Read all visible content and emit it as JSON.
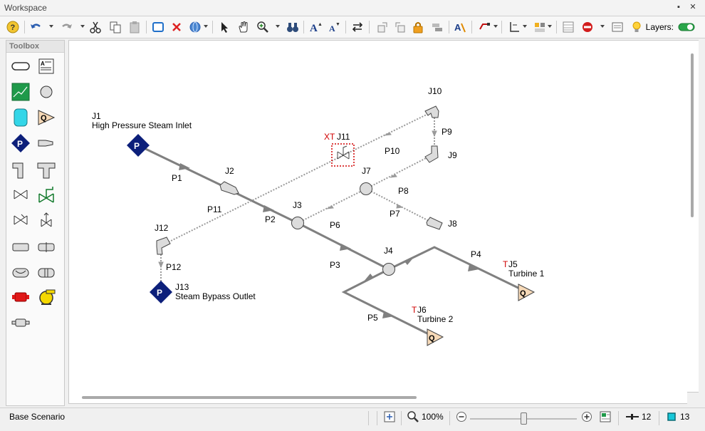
{
  "window": {
    "title": "Workspace",
    "pin": "▪",
    "close": "✕"
  },
  "toolbar": {
    "layers_label": "Layers:"
  },
  "toolbox": {
    "title": "Toolbox"
  },
  "diagram": {
    "junctions": [
      {
        "id": "J1",
        "label": "J1",
        "desc": "High Pressure Steam Inlet",
        "type": "assigned-pressure"
      },
      {
        "id": "J2",
        "label": "J2",
        "type": "fitting"
      },
      {
        "id": "J3",
        "label": "J3",
        "type": "branch"
      },
      {
        "id": "J4",
        "label": "J4",
        "type": "branch"
      },
      {
        "id": "J5",
        "label": "J5",
        "desc": "Turbine 1",
        "type": "assigned-flow",
        "flag": "T"
      },
      {
        "id": "J6",
        "label": "J6",
        "desc": "Turbine 2",
        "type": "assigned-flow",
        "flag": "T"
      },
      {
        "id": "J7",
        "label": "J7",
        "type": "branch"
      },
      {
        "id": "J8",
        "label": "J8",
        "type": "dead-end"
      },
      {
        "id": "J9",
        "label": "J9",
        "type": "bend"
      },
      {
        "id": "J10",
        "label": "J10",
        "type": "bend"
      },
      {
        "id": "J11",
        "label": "J11",
        "type": "control-valve",
        "flag": "XT"
      },
      {
        "id": "J12",
        "label": "J12",
        "type": "bend"
      },
      {
        "id": "J13",
        "label": "J13",
        "desc": "Steam Bypass Outlet",
        "type": "assigned-pressure"
      }
    ],
    "pipes": [
      "P1",
      "P2",
      "P3",
      "P4",
      "P5",
      "P6",
      "P7",
      "P8",
      "P9",
      "P10",
      "P11",
      "P12"
    ]
  },
  "status": {
    "scenario": "Base Scenario",
    "zoom": "100%",
    "zoom_level": 0.5,
    "pipe_count": "12",
    "junction_count": "13"
  },
  "colors": {
    "pipe_active": "#808080",
    "pipe_inactive": "#9a9a9a",
    "junction_blue": "#0c1f7a",
    "flag_red": "#d00000",
    "turbine_fill": "#f6d9b7"
  }
}
